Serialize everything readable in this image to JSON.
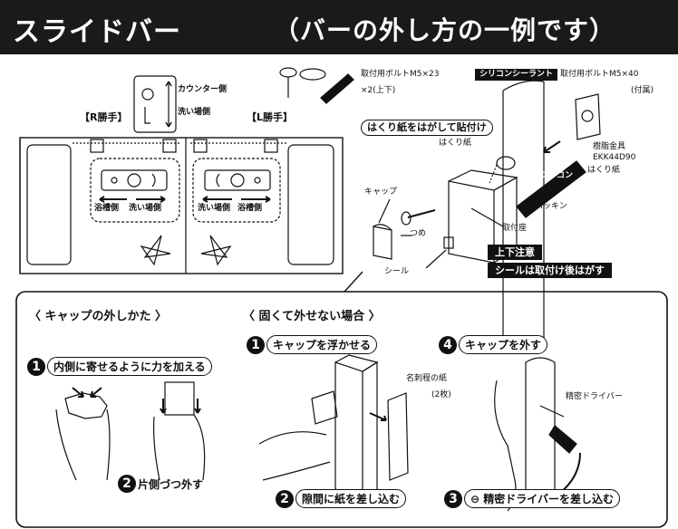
{
  "header": {
    "title": "スライドバー",
    "subtitle": "（バーの外し方の一例です）"
  },
  "top": {
    "r_hand": "【R勝手】",
    "l_hand": "【L勝手】",
    "counter_side": "カウンター側",
    "wash_side": "洗い場側",
    "r_left_label": "浴槽側",
    "r_right_label": "洗い場側",
    "l_left_label": "洗い場側",
    "l_right_label": "浴槽側"
  },
  "parts": {
    "bolt_label": "取付用ボルトM5×23",
    "bolt_qty": "×2(上下)",
    "silicone_label": "シリコンシーラント",
    "bolt2_label": "取付用ボルトM5×40",
    "bolt2_note": "(付属)",
    "peel_instruction": "はくり紙をはがして貼付け",
    "peel_paper": "はくり紙",
    "mount_part": "樹脂金具",
    "mount_code": "EKK44D90",
    "peel_paper2": "はくり紙",
    "silicone_tube": "シリコン",
    "packing": "パッキン",
    "cap": "キャップ",
    "claw": "つめ",
    "mount_seat": "取付座",
    "seal": "シール",
    "updown_title": "上下注意",
    "updown_note": "シールは取付け後はがす"
  },
  "bottom": {
    "sec1_title": "〈 キャップの外しかた 〉",
    "sec2_title": "〈 固くて外せない場合 〉",
    "step1_num": "1",
    "step1_text": "内側に寄せるように力を加える",
    "step2_num": "2",
    "step2_text": "片側づつ外す",
    "hard1_num": "1",
    "hard1_text": "キャップを浮かせる",
    "hard2_num": "2",
    "hard2_text": "隙間に紙を差し込む",
    "hard3_num": "3",
    "hard3_text": "⊖ 精密ドライバーを差し込む",
    "hard4_num": "4",
    "hard4_text": "キャップを外す",
    "paper_note": "名刺程の紙",
    "paper_qty": "(2枚)",
    "driver_note": "精密ドライバー"
  }
}
